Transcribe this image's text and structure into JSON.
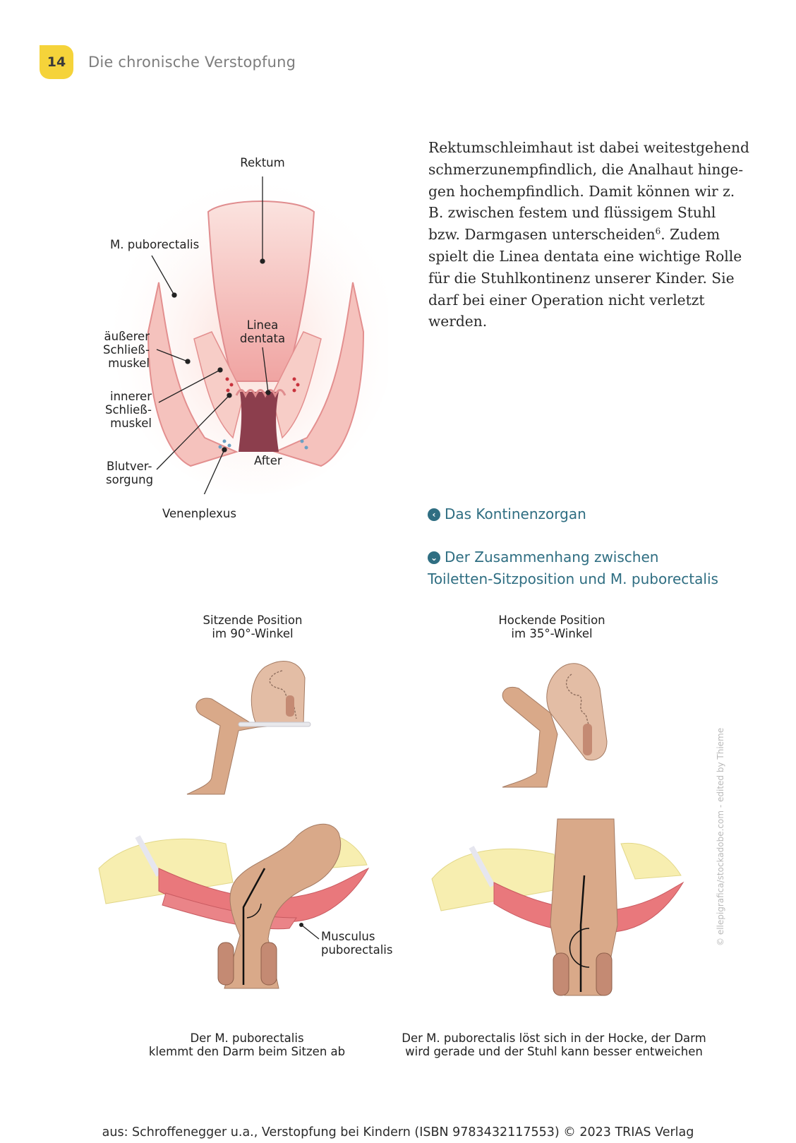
{
  "header": {
    "page_number": "14",
    "running_title": "Die chronische Verstopfung"
  },
  "body_text": {
    "para_before_sup": "Rektumschleimhaut ist dabei weitestgehend schmerzunempfindlich, die Analhaut hinge-gen hochempfindlich. Damit können wir z. B. zwischen festem und flüssigem Stuhl bzw. Darmgasen unterscheiden",
    "footnote_ref": "6",
    "para_after_sup": ". Zudem spielt die Linea dentata eine wichtige Rolle für die Stuhlkontinenz unserer Kinder. Sie darf bei einer Operation nicht verletzt werden."
  },
  "figure1": {
    "caption": "Das Kontinenzorgan",
    "labels": {
      "rektum": "Rektum",
      "puborectalis": "M. puborectalis",
      "linea_1": "Linea",
      "linea_2": "dentata",
      "aeusserer_1": "äußerer",
      "aeusserer_2": "Schließ-",
      "aeusserer_3": "muskel",
      "innerer_1": "innerer",
      "innerer_2": "Schließ-",
      "innerer_3": "muskel",
      "blut_1": "Blutver-",
      "blut_2": "sorgung",
      "after": "After",
      "venenplexus": "Venenplexus"
    }
  },
  "figure2": {
    "caption": "Der Zusammenhang zwischen Toiletten-Sitzposition und M. puborectalis",
    "left_title_1": "Sitzende Position",
    "left_title_2": "im 90°-Winkel",
    "right_title_1": "Hockende Position",
    "right_title_2": "im 35°-Winkel",
    "muscle_label_1": "Musculus",
    "muscle_label_2": "puborectalis",
    "left_caption_1": "Der M. puborectalis",
    "left_caption_2": "klemmt den Darm beim Sitzen ab",
    "right_caption_1": "Der M. puborectalis löst sich in der Hocke, der Darm",
    "right_caption_2": "wird gerade und der Stuhl kann besser entweichen",
    "image_credit": "© ellepigrafica/stockadobe.com - edited by Thieme"
  },
  "footer": {
    "source": "aus: Schroffenegger u.a., Verstopfung bei Kindern (ISBN 9783432117553) © 2023 TRIAS Verlag"
  },
  "colors": {
    "accent_yellow": "#f5d33a",
    "link_teal": "#2f6e82",
    "tissue_pink": "#f3b7b4",
    "muscle_red": "#e46f73",
    "skin": "#d9a989",
    "bone": "#f7eeb0"
  }
}
